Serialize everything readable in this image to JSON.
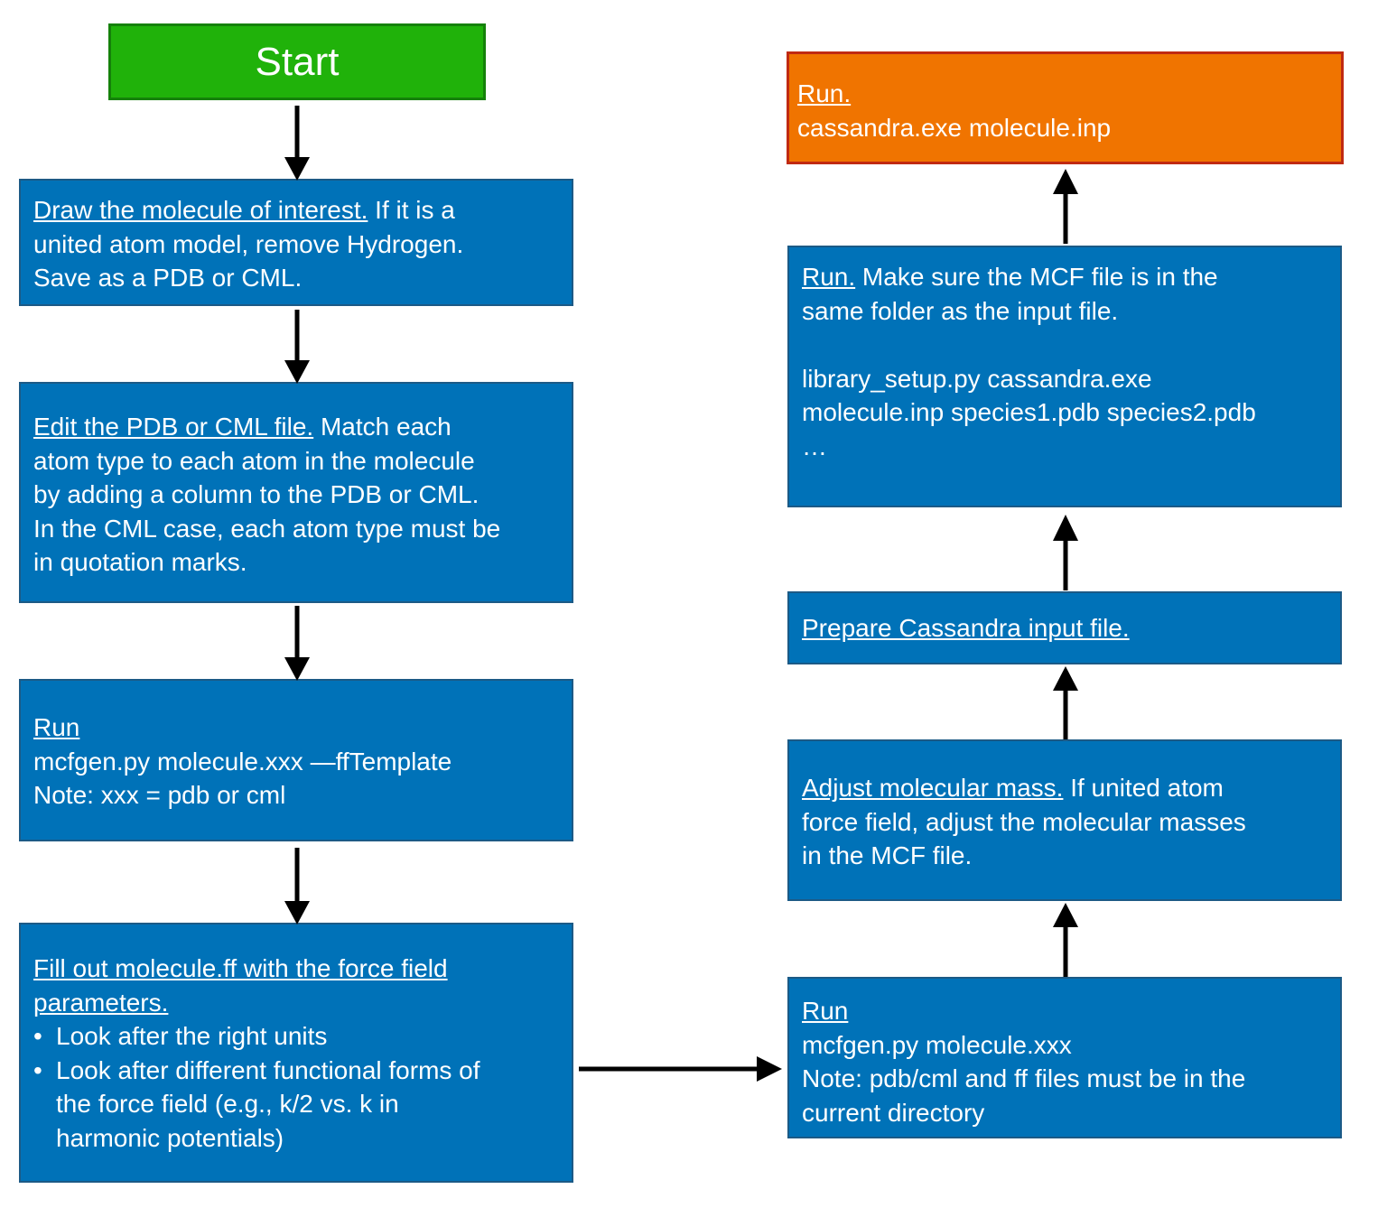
{
  "start": {
    "label": "Start"
  },
  "left_column": {
    "draw": {
      "heading": "Draw the molecule of interest.",
      "lines": [
        " If it is a",
        "united atom model, remove Hydrogen.",
        "Save as a PDB or CML."
      ]
    },
    "edit": {
      "heading": "Edit the PDB or CML file.",
      "lines": [
        " Match each",
        "atom type to each atom in the molecule",
        "by adding a column to the PDB or CML.",
        "In the CML case, each atom type must be",
        "in quotation marks."
      ]
    },
    "run_template": {
      "heading": "Run",
      "lines": [
        "mcfgen.py molecule.xxx —ffTemplate",
        "Note: xxx = pdb or cml"
      ]
    },
    "fill_ff": {
      "heading_line1": "Fill out molecule.ff with the force field",
      "heading_line2": "parameters.",
      "bullet_char": "•",
      "bullets": [
        {
          "lines": [
            "Look after the right units"
          ]
        },
        {
          "lines": [
            "Look after different functional forms of",
            "the force field  (e.g., k/2 vs. k in",
            "harmonic potentials)"
          ]
        }
      ]
    }
  },
  "right_column": {
    "run_mcfgen": {
      "heading": "Run",
      "lines": [
        "mcfgen.py molecule.xxx",
        "Note: pdb/cml and ff files must be in the",
        "current directory"
      ]
    },
    "adjust_mass": {
      "heading": "Adjust molecular mass.",
      "lines": [
        " If united atom",
        "force field, adjust the molecular masses",
        "in the MCF file."
      ]
    },
    "prepare_input": {
      "heading": "Prepare Cassandra input file."
    },
    "run_library": {
      "heading": "Run.",
      "lines": [
        " Make sure the MCF file is in the",
        "same folder as the input file."
      ],
      "command_lines": [
        "library_setup.py cassandra.exe",
        "molecule.inp species1.pdb species2.pdb",
        "…"
      ]
    },
    "run_final": {
      "heading": "Run.",
      "command": "cassandra.exe molecule.inp"
    }
  },
  "colors": {
    "start_fill": "#20b20a",
    "start_border": "#15810a",
    "box_fill": "#0072b8",
    "box_border": "#1c5a86",
    "final_fill": "#f07400",
    "final_border": "#c02a12",
    "arrow": "#000000"
  }
}
